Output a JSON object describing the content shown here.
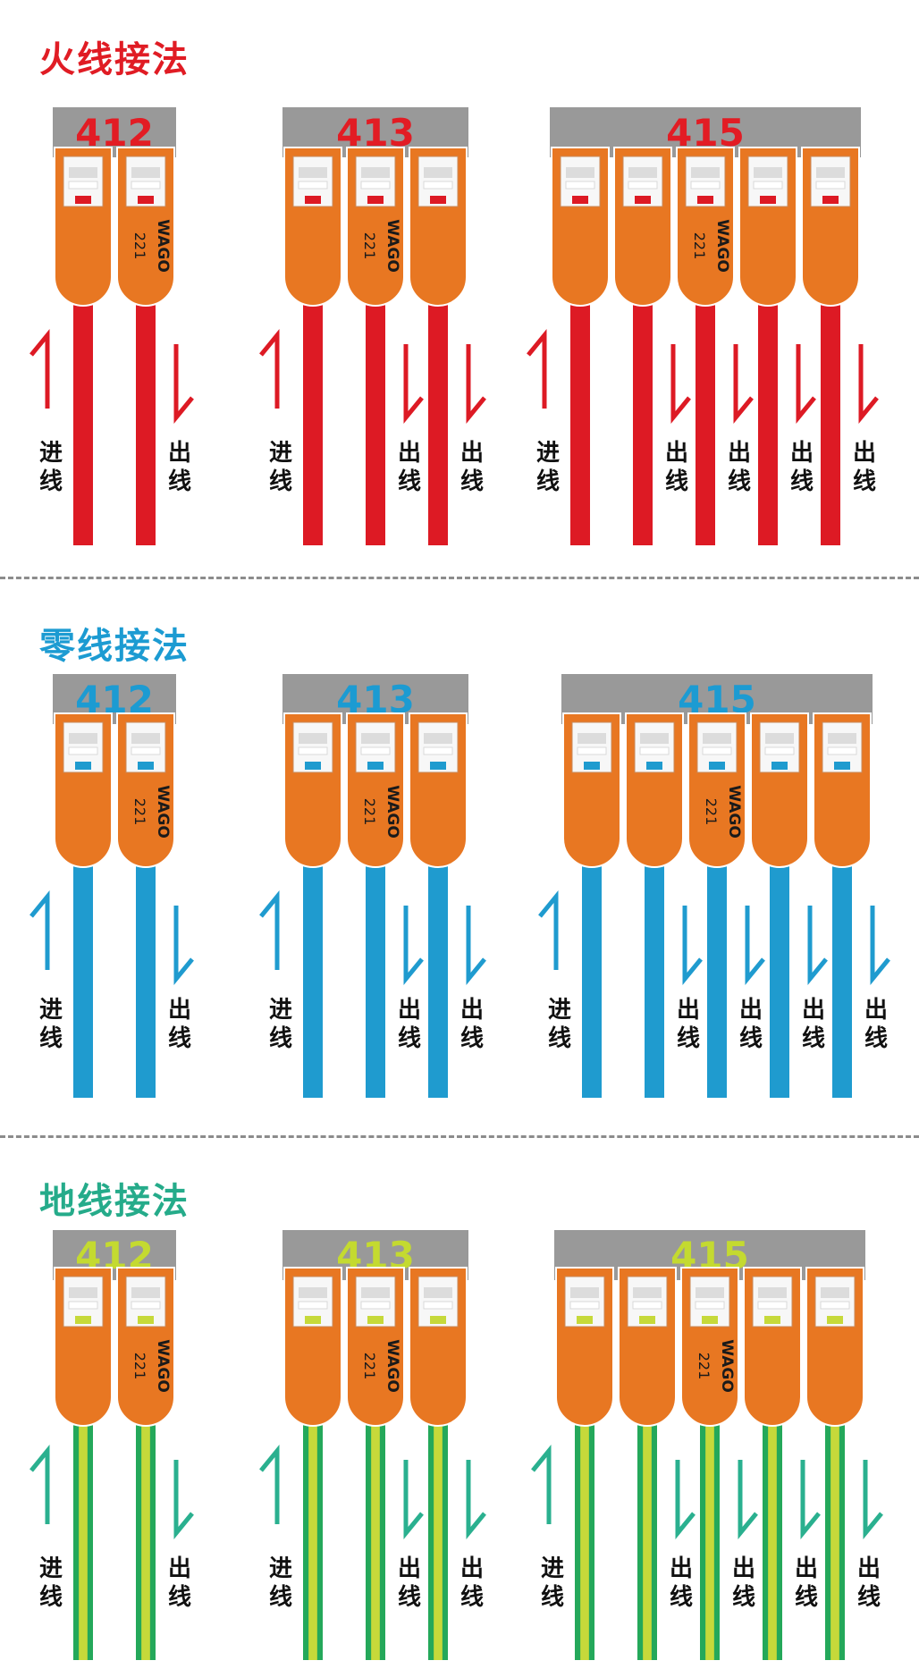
{
  "colors": {
    "orange": "#e87722",
    "gray_bar": "#999999",
    "socket_face": "#f7f7f7",
    "slot": "#ffffff",
    "label_text": "#111111",
    "hot_wire": "#dd1a24",
    "neutral_wire": "#1f9bcf",
    "ground_wire_green": "#24a85a",
    "ground_wire_yellow": "#c6d93a",
    "ground_arrow": "#2ab08f"
  },
  "brand": {
    "logo_text": "WAGO",
    "model_text": "221"
  },
  "in_label": {
    "line1": "进",
    "line2": "线"
  },
  "out_label": {
    "line1": "出",
    "line2": "线"
  },
  "sections": [
    {
      "title": "火线接法",
      "title_color": "#e01c24",
      "wire_type": "hot",
      "connectors": [
        {
          "label": "412",
          "label_color": "#e21c24",
          "poles": 2
        },
        {
          "label": "413",
          "label_color": "#e21c24",
          "poles": 3
        },
        {
          "label": "415",
          "label_color": "#e21c24",
          "poles": 5
        }
      ]
    },
    {
      "title": "零线接法",
      "title_color": "#1c9bd2",
      "wire_type": "neutral",
      "connectors": [
        {
          "label": "412",
          "label_color": "#1c9bd2",
          "poles": 2
        },
        {
          "label": "413",
          "label_color": "#1c9bd2",
          "poles": 3
        },
        {
          "label": "415",
          "label_color": "#1c9bd2",
          "poles": 5
        }
      ]
    },
    {
      "title": "地线接法",
      "title_color": "#25ab8a",
      "wire_type": "ground",
      "connectors": [
        {
          "label": "412",
          "label_color": "#c4da30",
          "poles": 2
        },
        {
          "label": "413",
          "label_color": "#c4da30",
          "poles": 3
        },
        {
          "label": "415",
          "label_color": "#c4da30",
          "poles": 5
        }
      ]
    }
  ]
}
